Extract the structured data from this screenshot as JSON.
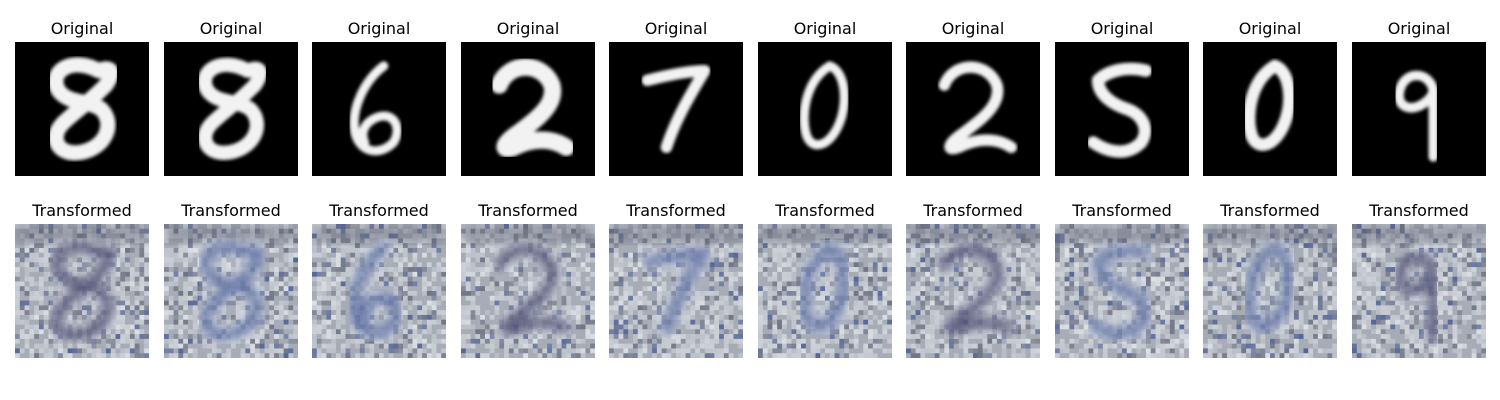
{
  "figure": {
    "top_row_title": "Original",
    "bottom_row_title": "Transformed",
    "digits": [
      "8",
      "8",
      "6",
      "2",
      "7",
      "0",
      "2",
      "5",
      "0",
      "9"
    ],
    "original_colors": {
      "background": "#000000",
      "stroke": "#f2f2f2"
    },
    "transformed_colors": {
      "base_mid": "#a7acb6",
      "base_light": "#d9dde2",
      "shadow": "#5e6275",
      "ink_blue": "#3a4f8f",
      "ink_dark": "#2a2c54",
      "highlight": "#edf1f4"
    }
  }
}
